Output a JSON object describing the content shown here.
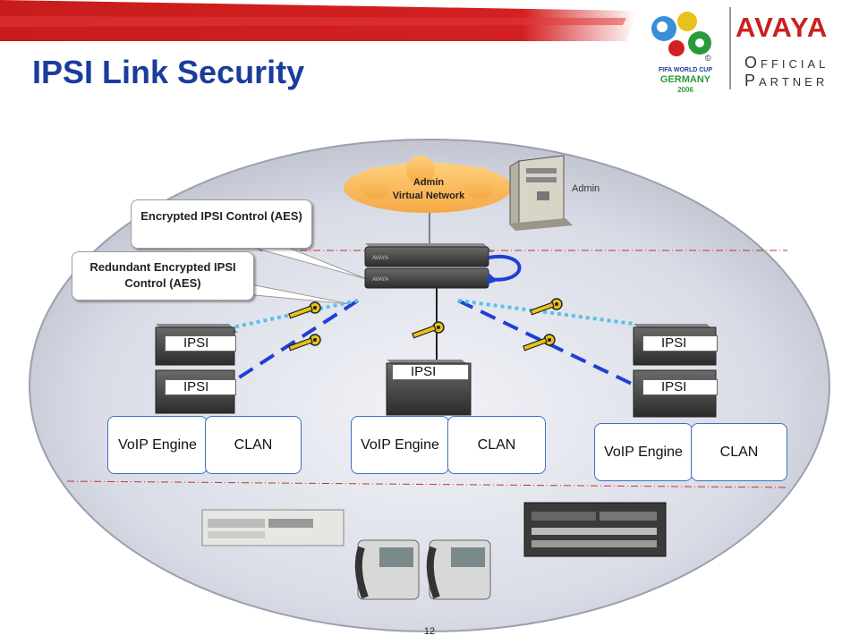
{
  "slide": {
    "title": "IPSI Link Security",
    "page_number": "12"
  },
  "branding": {
    "avaya": "AVAYA",
    "partner_line1": "Official",
    "partner_line2": "Partner",
    "fifa_line1": "FIFA WORLD CUP",
    "fifa_line2": "GERMANY",
    "fifa_line3": "2006",
    "brand_color": "#cc1f1f"
  },
  "network": {
    "cloud_line1": "Admin",
    "cloud_line2": "Virtual Network",
    "admin_server_label": "Admin"
  },
  "callouts": {
    "aes": "Encrypted IPSI Control (AES)",
    "redundant": "Redundant Encrypted IPSI Control (AES)"
  },
  "gateways": [
    {
      "ipsi_top": "IPSI",
      "ipsi_bottom": "IPSI",
      "voip": "VoIP Engine",
      "clan": "CLAN"
    },
    {
      "ipsi_top": "IPSI",
      "voip": "VoIP Engine",
      "clan": "CLAN"
    },
    {
      "ipsi_top": "IPSI",
      "ipsi_bottom": "IPSI",
      "voip": "VoIP Engine",
      "clan": "CLAN"
    }
  ],
  "colors": {
    "title": "#1a3d9c",
    "encrypted_link": "#1f3fd6",
    "redundant_link": "#5bbfea",
    "key": "#e8c21a"
  }
}
